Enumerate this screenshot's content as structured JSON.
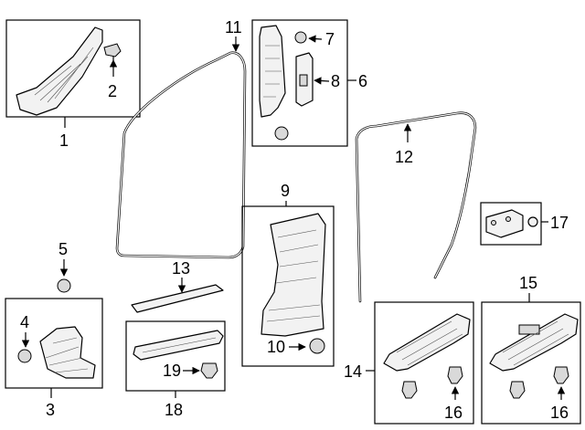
{
  "callouts": {
    "c1": "1",
    "c2": "2",
    "c3": "3",
    "c4": "4",
    "c5": "5",
    "c6": "6",
    "c7": "7",
    "c8": "8",
    "c9": "9",
    "c10": "10",
    "c11": "11",
    "c12": "12",
    "c13": "13",
    "c14": "14",
    "c15": "15",
    "c16a": "16",
    "c16b": "16",
    "c17": "17",
    "c18": "18",
    "c19": "19"
  },
  "colors": {
    "line": "#000000",
    "fill": "#f2f2f2",
    "background": "#ffffff"
  }
}
